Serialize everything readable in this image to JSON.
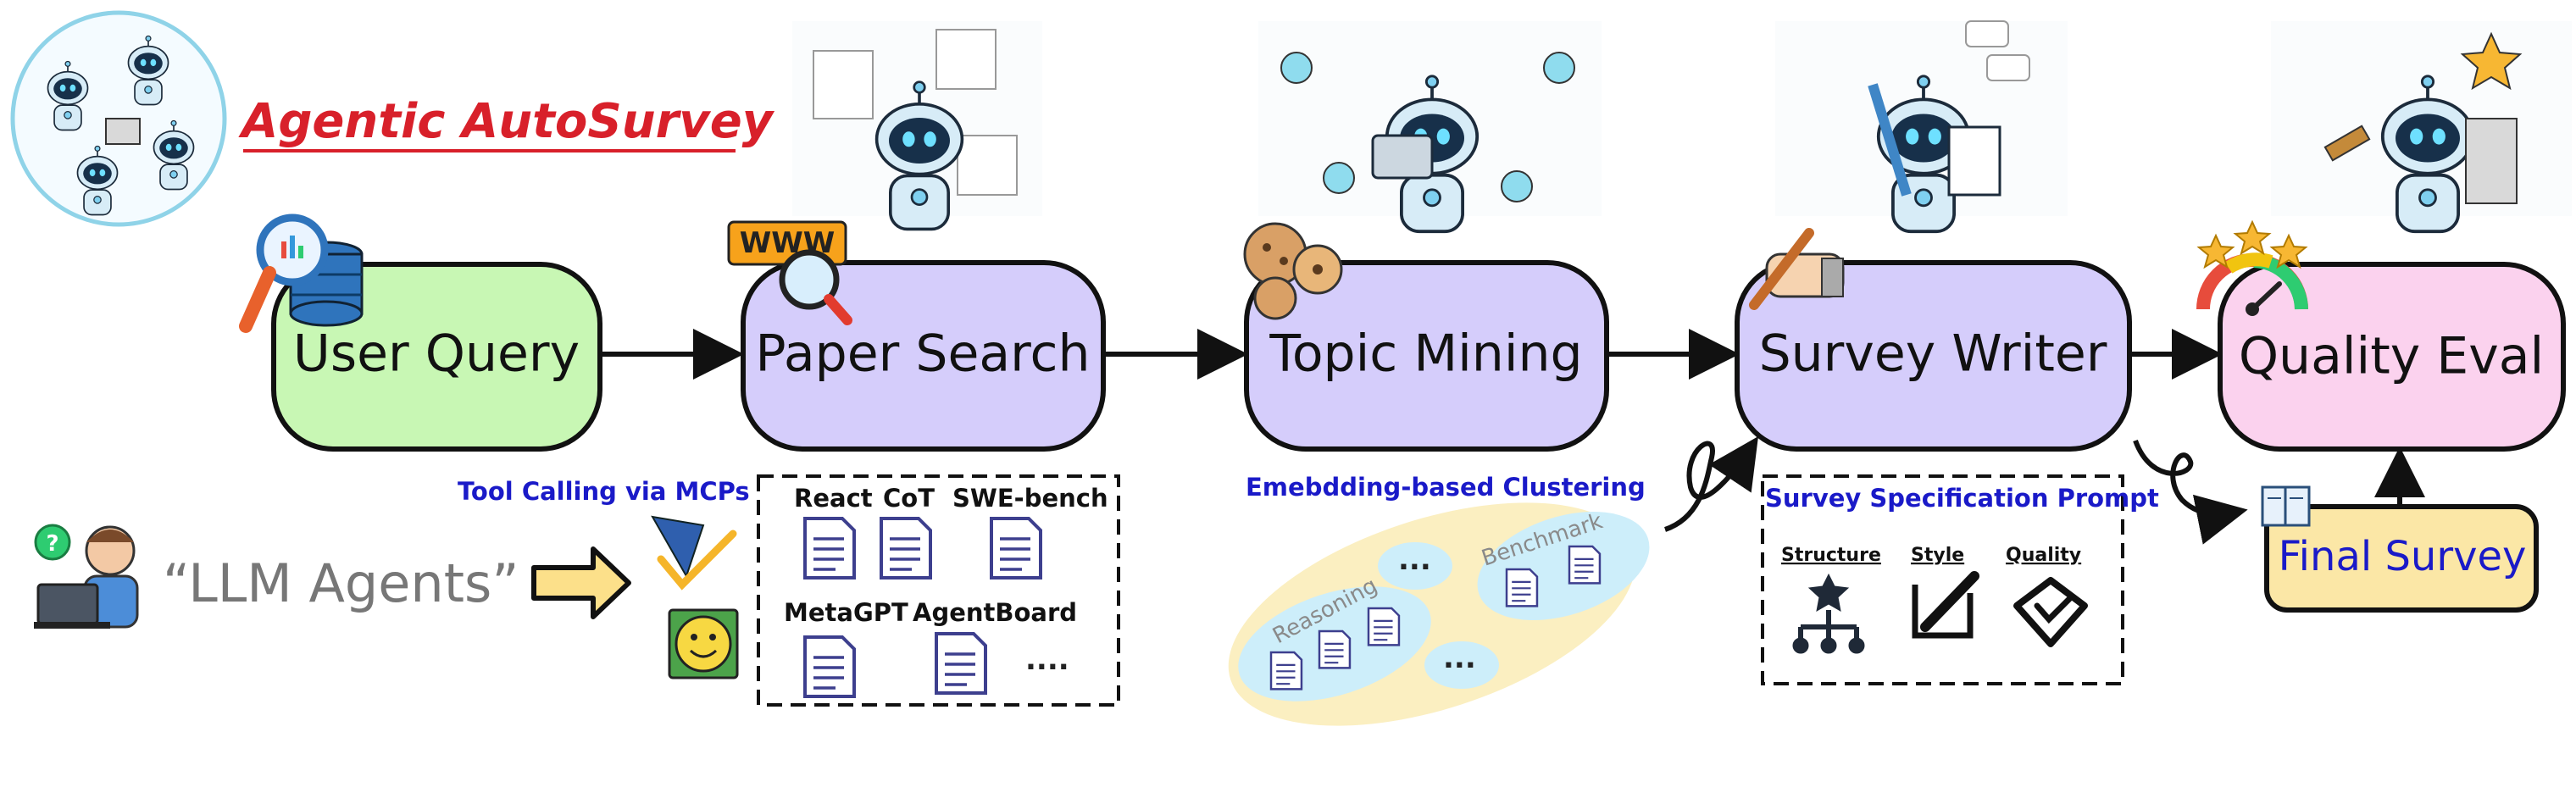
{
  "title": "Agentic AutoSurvey",
  "pipeline": [
    {
      "label": "User Query",
      "color": "#c8f7b4"
    },
    {
      "label": "Paper Search",
      "color": "#d5cdfb"
    },
    {
      "label": "Topic Mining",
      "color": "#d5cdfb"
    },
    {
      "label": "Survey Writer",
      "color": "#d5cdfb"
    },
    {
      "label": "Quality Eval",
      "color": "#fbd2ee"
    }
  ],
  "query_text": "“LLM Agents”",
  "tool_calling_label": "Tool Calling via MCPs",
  "paper_labels": [
    "React",
    "CoT",
    "SWE-bench",
    "MetaGPT",
    "AgentBoard"
  ],
  "more_papers": "....",
  "clustering_label": "Emebdding-based Clustering",
  "clusters": [
    "Reasoning",
    "Benchmark"
  ],
  "cluster_more": [
    "...",
    "..."
  ],
  "spec_prompt": {
    "label": "Survey Specification Prompt",
    "items": [
      "Structure",
      "Style",
      "Quality"
    ]
  },
  "final_survey": {
    "label": "Final Survey",
    "color": "#fbe7a6"
  },
  "icons": [
    "www-icon",
    "magnifier-icon",
    "database-icon",
    "cookies-icon",
    "pen-hand-icon",
    "gauge-icon",
    "star-icon",
    "robot-icon",
    "smiley-icon",
    "document-icon",
    "user-laptop-icon",
    "arrow-right-icon",
    "checkmark-icon",
    "hierarchy-icon",
    "brush-icon",
    "shield-check-icon",
    "book-icon"
  ]
}
